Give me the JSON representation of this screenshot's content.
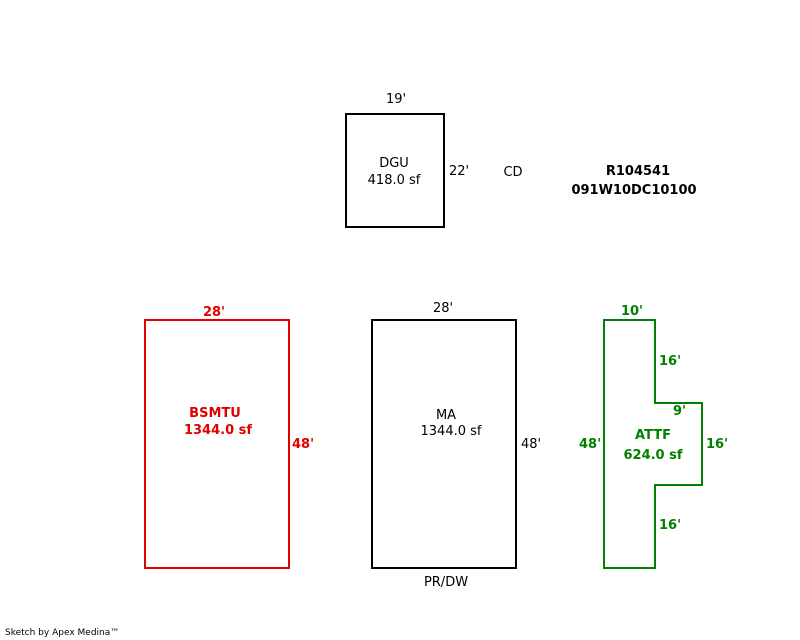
{
  "sketch": {
    "parcel_id": "R104541",
    "map_number": "091W10DC10100",
    "cd_label": "CD",
    "areas": {
      "dgu": {
        "code": "DGU",
        "area": "418.0 sf",
        "dims": {
          "top": "19'",
          "right": "22'"
        },
        "color": "#000000"
      },
      "bsmtu": {
        "code": "BSMTU",
        "area": "1344.0 sf",
        "dims": {
          "top": "28'",
          "right": "48'"
        },
        "color": "#e00000"
      },
      "ma": {
        "code": "MA",
        "area": "1344.0 sf",
        "dims": {
          "top": "28'",
          "right": "48'"
        },
        "bottom_label": "PR/DW",
        "color": "#000000"
      },
      "attf": {
        "code": "ATTF",
        "area": "624.0 sf",
        "dims": {
          "top": "10'",
          "upper_right": "16'",
          "step": "9'",
          "right": "16'",
          "lower_right": "16'",
          "left": "48'"
        },
        "color": "#008000"
      }
    }
  },
  "footer": {
    "credit": "Sketch by Apex Medina™"
  }
}
